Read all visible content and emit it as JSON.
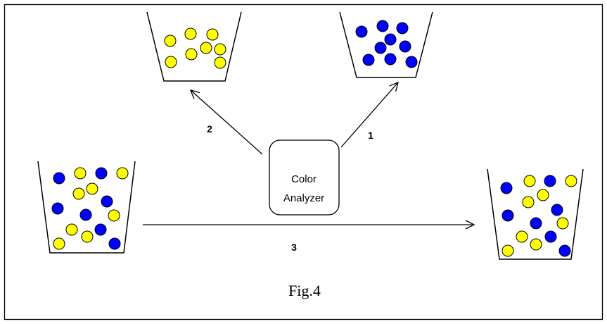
{
  "colors": {
    "blue": "#0000ff",
    "yellow": "#ffff00",
    "stroke": "#000000",
    "background": "#ffffff"
  },
  "analyzer": {
    "line1": "Color",
    "line2": "Analyzer"
  },
  "arrows": {
    "to_yellow": "2",
    "to_blue": "1",
    "straight": "3"
  },
  "caption": "Fig.4",
  "cups": {
    "source": {
      "blue": 7,
      "yellow": 8
    },
    "yellow_out": {
      "blue": 0,
      "yellow": 8
    },
    "blue_out": {
      "blue": 9,
      "yellow": 0
    },
    "mixed_out": {
      "blue": 7,
      "yellow": 8
    }
  }
}
